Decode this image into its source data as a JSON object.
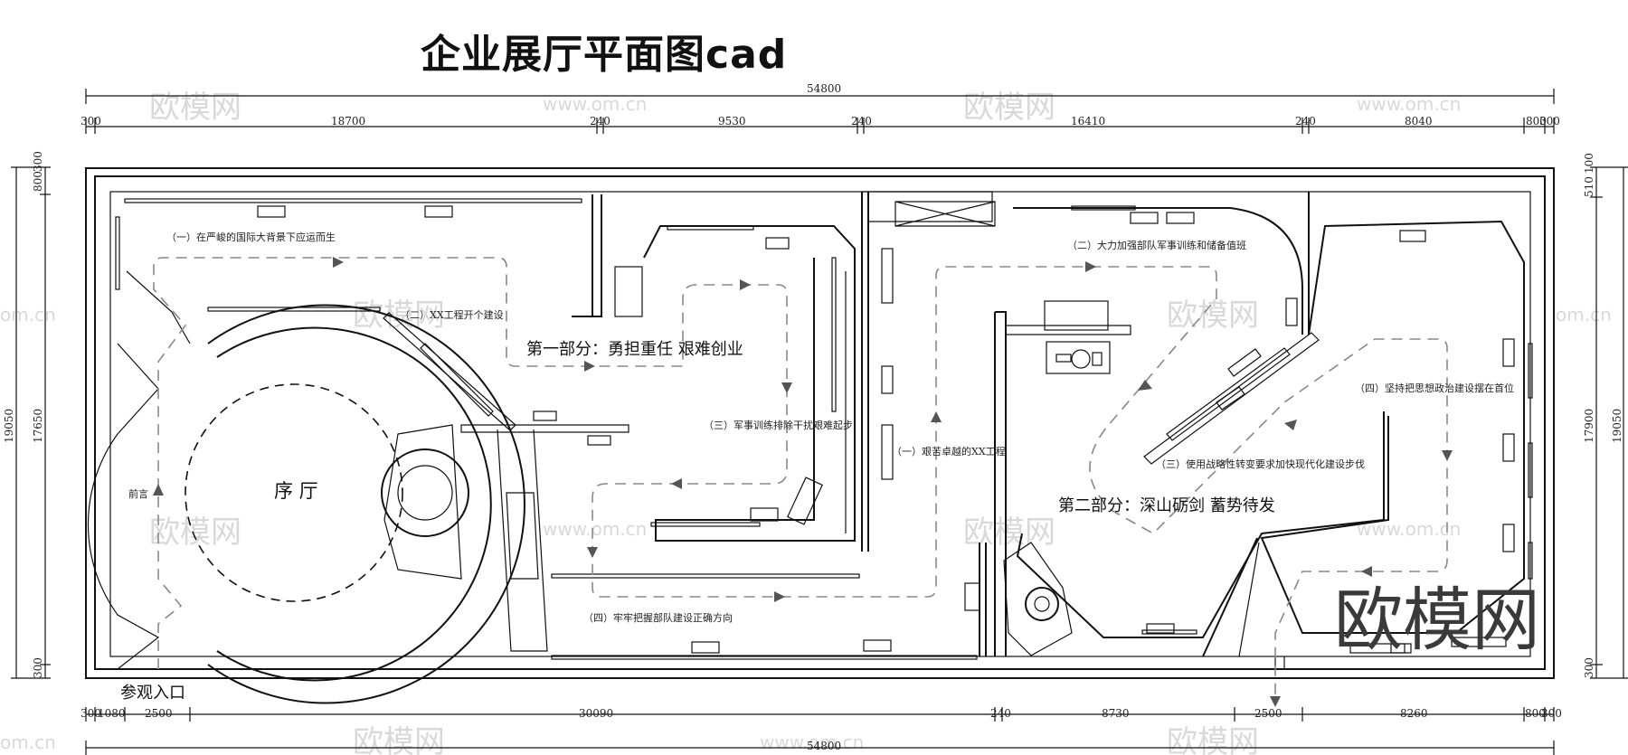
{
  "title": "企业展厅平面图cad",
  "watermark": {
    "logo": "欧模网",
    "url": "www.om.cn",
    "url_short": "om.cn"
  },
  "dimensions": {
    "top_total": "54800",
    "top_segments": [
      "300",
      "18700",
      "240",
      "9530",
      "240",
      "16410",
      "240",
      "8040",
      "800",
      "300"
    ],
    "bottom_total": "54800",
    "bottom_segments": [
      "300",
      "1080",
      "2500",
      "30090",
      "240",
      "8730",
      "2500",
      "8260",
      "800",
      "300"
    ],
    "left": [
      "800",
      "300",
      "17650",
      "19050",
      "300"
    ],
    "right": [
      "510",
      "100",
      "17900",
      "19050",
      "300"
    ]
  },
  "rooms": {
    "lobby": "序  厅",
    "foreword": "前言",
    "entrance": "参观入口",
    "part1": "第一部分：勇担重任  艰难创业",
    "part2": "第二部分：深山砺剑  蓄势待发"
  },
  "sections": {
    "p1_1": "（一）在严峻的国际大背景下应运而生",
    "p1_2": "（二）XX工程开个建设",
    "p1_3": "（三）军事训练排除干扰艰难起步",
    "p1_4": "（四）牢牢把握部队建设正确方向",
    "p2_1": "（一）艰苦卓越的XX工程",
    "p2_2": "（二）大力加强部队军事训练和储备值班",
    "p2_3": "（三）使用战略性转变要求加快现代化建设步伐",
    "p2_4": "（四）坚持把思想政治建设摆在首位"
  }
}
